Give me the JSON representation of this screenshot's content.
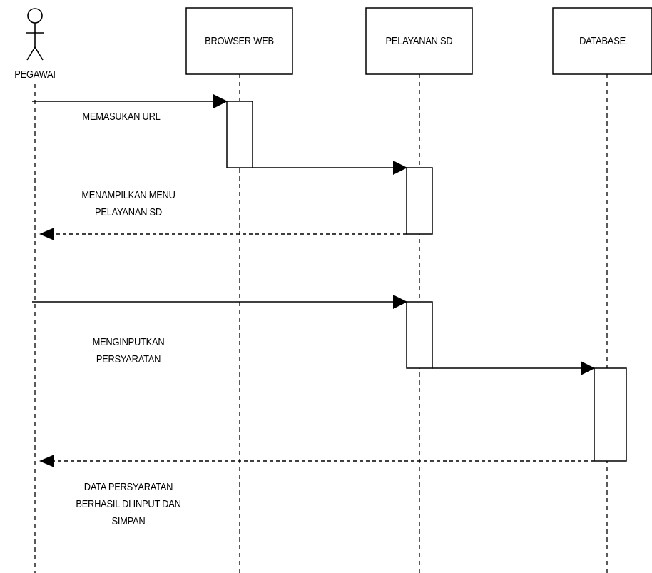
{
  "actor": {
    "name": "PEGAWAI"
  },
  "participants": [
    {
      "id": "browser",
      "label": "BROWSER WEB"
    },
    {
      "id": "pelayanan",
      "label": "PELAYANAN SD"
    },
    {
      "id": "database",
      "label": "DATABASE"
    }
  ],
  "messages": [
    {
      "from": "PEGAWAI",
      "to": "BROWSER WEB",
      "type": "sync",
      "label": "MEMASUKAN URL"
    },
    {
      "from": "BROWSER WEB",
      "to": "PELAYANAN SD",
      "type": "sync",
      "label": ""
    },
    {
      "from": "PELAYANAN SD",
      "to": "PEGAWAI",
      "type": "return",
      "label_line1": "MENAMPILKAN MENU",
      "label_line2": "PELAYANAN SD"
    },
    {
      "from": "PEGAWAI",
      "to": "PELAYANAN SD",
      "type": "sync",
      "label_line1": "MENGINPUTKAN",
      "label_line2": "PERSYARATAN"
    },
    {
      "from": "PELAYANAN SD",
      "to": "DATABASE",
      "type": "sync",
      "label": ""
    },
    {
      "from": "DATABASE",
      "to": "PEGAWAI",
      "type": "return",
      "label_line1": "DATA PERSYARATAN",
      "label_line2": "BERHASIL DI INPUT DAN",
      "label_line3": "SIMPAN"
    }
  ]
}
